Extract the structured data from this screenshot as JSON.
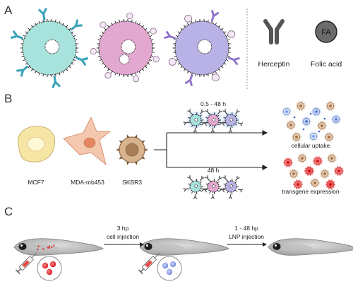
{
  "panel_a": {
    "letter": "A",
    "legend": {
      "herceptin_label": "Herceptin",
      "folic_acid_label": "Folic acid",
      "fa_badge": "FA"
    },
    "colors": {
      "lnp_plain_fill": "#a8e2dc",
      "lnp_fa_fill": "#e2a8cf",
      "lnp_both_fill": "#b8b2e6",
      "herceptin_teal": "#3aa3b8",
      "herceptin_purple": "#8d6fc8",
      "herceptin_gray": "#5a5a5a",
      "fa_circle": "#6b6b6b"
    }
  },
  "panel_b": {
    "letter": "B",
    "cells": [
      {
        "label": "MCF7",
        "color": "#f6e6a6"
      },
      {
        "label": "MDA-mb453",
        "color": "#f3c8ae"
      },
      {
        "label": "SKBR3",
        "color": "#d7b48d"
      }
    ],
    "top_time": "0.5 - 48 h",
    "bottom_time": "48 h",
    "top_outcome": "cellular uptake",
    "bottom_outcome": "transgene expression"
  },
  "panel_c": {
    "letter": "C",
    "step1_time": "3 hp",
    "step1_label": "cell injection",
    "step2_time": "1 - 48 hp",
    "step2_label": "LNP injection"
  }
}
